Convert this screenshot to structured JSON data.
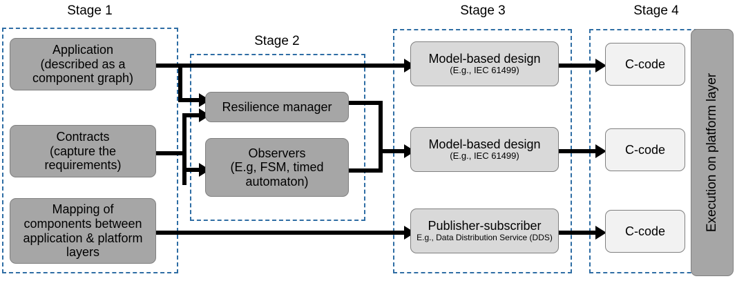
{
  "diagram": {
    "title_visible": false,
    "colors": {
      "stage_border": "#2e6da4",
      "node_dark": "#a6a6a6",
      "node_mid": "#d9d9d9",
      "node_light": "#f2f2f2",
      "connector": "#000000",
      "text": "#000000"
    }
  },
  "stages": [
    {
      "label": "Stage 1"
    },
    {
      "label": "Stage 2"
    },
    {
      "label": "Stage 3"
    },
    {
      "label": "Stage 4"
    }
  ],
  "stage1": {
    "nodes": [
      {
        "main": "Application",
        "sub": "(described as a\ncomponent graph)"
      },
      {
        "main": "Contracts",
        "sub": "(capture the\nrequirements)"
      },
      {
        "main": "Mapping of\ncomponents between\napplication & platform\nlayers",
        "sub": ""
      }
    ]
  },
  "stage2": {
    "nodes": [
      {
        "main": "Resilience manager",
        "sub": ""
      },
      {
        "main": "Observers",
        "sub": "(E.g, FSM, timed\nautomaton)"
      }
    ]
  },
  "stage3": {
    "nodes": [
      {
        "main": "Model-based design",
        "sub": "(E.g., IEC 61499)"
      },
      {
        "main": "Model-based design",
        "sub": "(E.g., IEC 61499)"
      },
      {
        "main": "Publisher-subscriber",
        "sub": "E.g., Data Distribution Service (DDS)"
      }
    ]
  },
  "stage4": {
    "nodes": [
      {
        "main": "C-code",
        "sub": ""
      },
      {
        "main": "C-code",
        "sub": ""
      },
      {
        "main": "C-code",
        "sub": ""
      }
    ],
    "platform": {
      "label": "Execution on platform layer"
    }
  }
}
